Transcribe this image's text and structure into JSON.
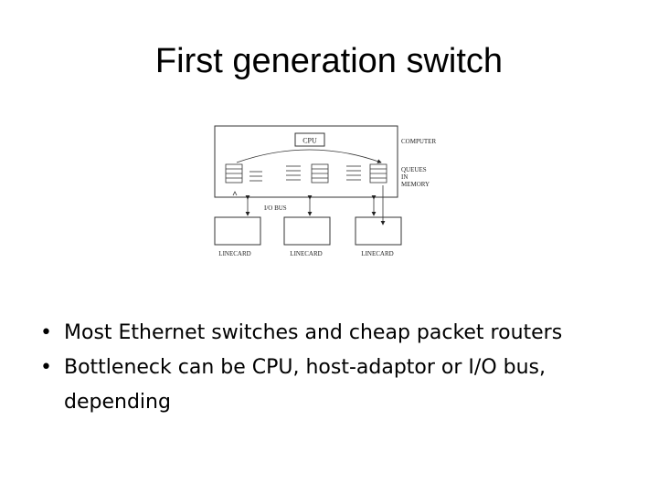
{
  "slide": {
    "title": "First generation switch"
  },
  "diagram": {
    "cpu_label": "CPU",
    "computer_label": "COMPUTER",
    "queues_label": [
      "QUEUES",
      "IN",
      "MEMORY"
    ],
    "bus_label": "I/O BUS",
    "linecards": [
      "LINECARD",
      "LINECARD",
      "LINECARD"
    ]
  },
  "bullets": [
    "Most Ethernet switches and cheap packet routers",
    "Bottleneck can be CPU, host-adaptor or I/O bus, depending"
  ]
}
